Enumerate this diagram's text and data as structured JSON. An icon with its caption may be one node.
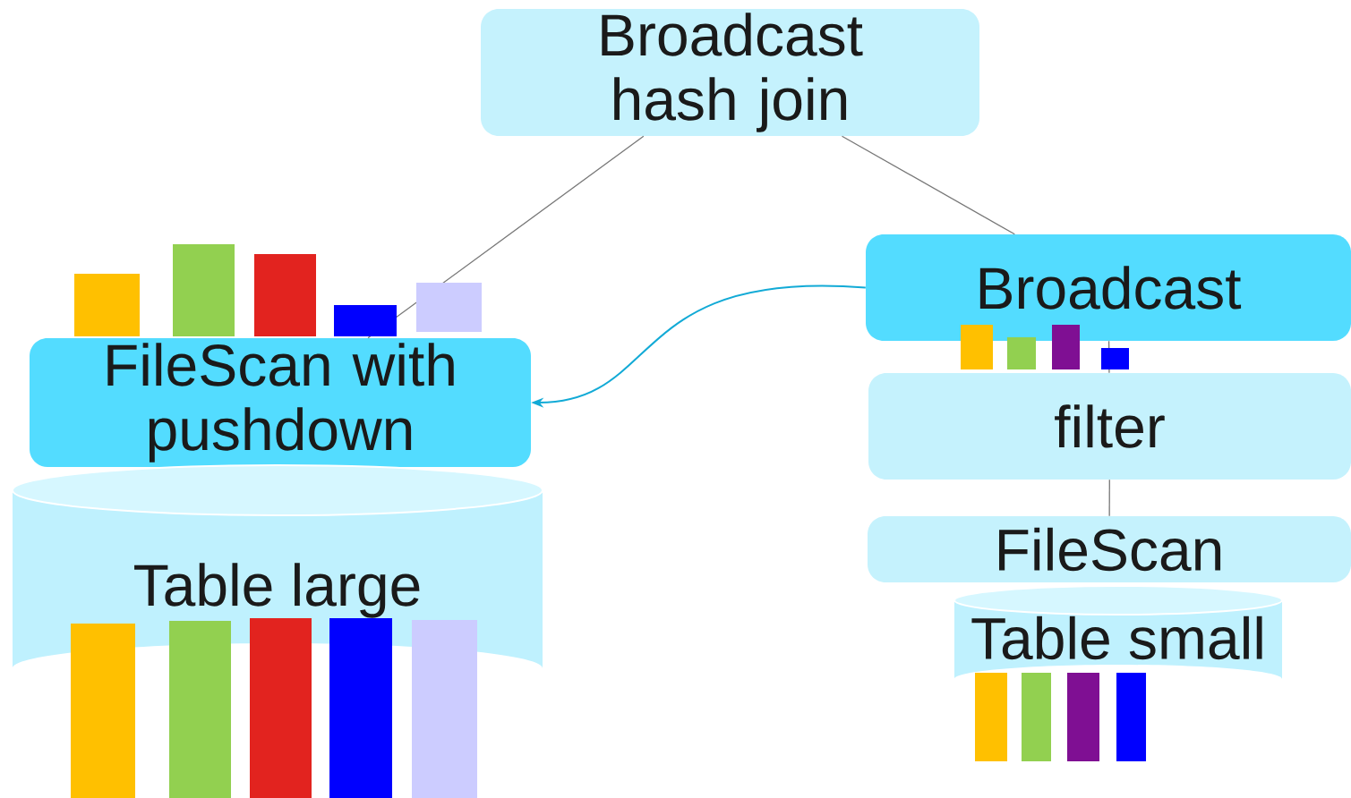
{
  "diagram": {
    "nodes": [
      {
        "text": [
          "Broadcast hash join"
        ]
      },
      {
        "text": [
          "FileScan with pushdown"
        ]
      },
      {
        "text": [
          "Table large"
        ]
      },
      {
        "text": [
          "Broadcast"
        ]
      },
      {
        "text": [
          "filter"
        ]
      },
      {
        "text": [
          "FileScan"
        ]
      },
      {
        "text": [
          "Table small"
        ]
      }
    ],
    "edges": [
      {
        "from": 0,
        "to": 1,
        "arrow": "none"
      },
      {
        "from": 0,
        "to": 3,
        "arrow": "none"
      },
      {
        "from": 3,
        "to": 4,
        "arrow": "none"
      },
      {
        "from": 4,
        "to": 5,
        "arrow": "none"
      },
      {
        "from": 3,
        "to": 1,
        "arrow": "to",
        "color": "#12aad6"
      }
    ]
  }
}
